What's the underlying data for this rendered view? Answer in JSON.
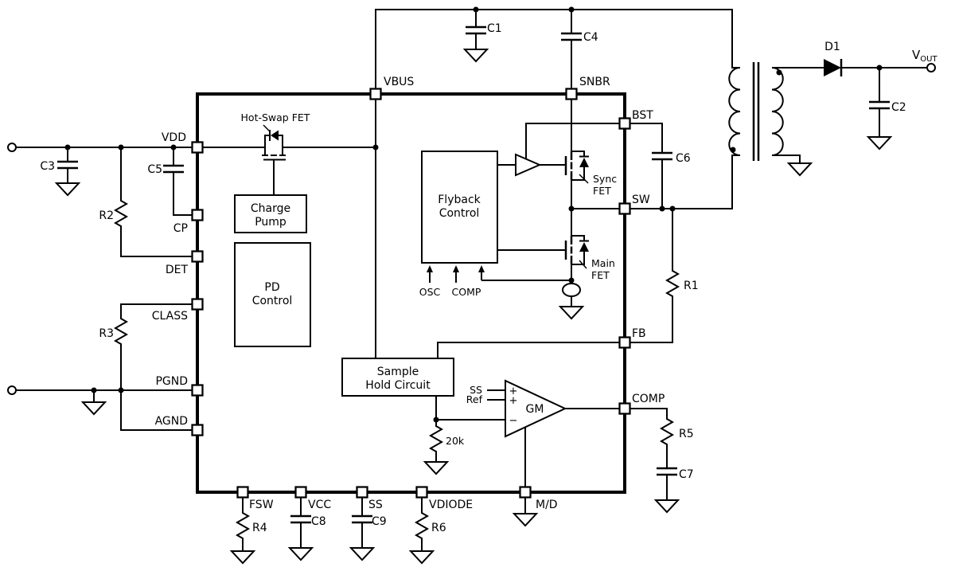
{
  "ic_pins": {
    "vdd": "VDD",
    "cp": "CP",
    "det": "DET",
    "class": "CLASS",
    "pgnd": "PGND",
    "agnd": "AGND",
    "vbus": "VBUS",
    "snbr": "SNBR",
    "bst": "BST",
    "sw": "SW",
    "fb": "FB",
    "comp": "COMP",
    "fsw": "FSW",
    "vcc": "VCC",
    "ss": "SS",
    "vdiode": "VDIODE",
    "md": "M/D"
  },
  "blocks": {
    "charge_pump": {
      "line1": "Charge",
      "line2": "Pump"
    },
    "pd_control": {
      "line1": "PD",
      "line2": "Control"
    },
    "flyback_control": {
      "line1": "Flyback",
      "line2": "Control"
    },
    "sample_hold": {
      "line1": "Sample",
      "line2": "Hold Circuit"
    },
    "gm": {
      "label": "GM",
      "in_ss": "SS",
      "in_ref": "Ref",
      "plus": "+",
      "minus": "−"
    },
    "osc": "OSC",
    "comp": "COMP"
  },
  "fets": {
    "hot_swap": "Hot-Swap FET",
    "sync_l1": "Sync",
    "sync_l2": "FET",
    "main_l1": "Main",
    "main_l2": "FET"
  },
  "components": {
    "c1": "C1",
    "c2": "C2",
    "c3": "C3",
    "c4": "C4",
    "c5": "C5",
    "c6": "C6",
    "c7": "C7",
    "c8": "C8",
    "c9": "C9",
    "r1": "R1",
    "r2": "R2",
    "r3": "R3",
    "r4": "R4",
    "r5": "R5",
    "r6": "R6",
    "r_sense": "20k",
    "d1": "D1"
  },
  "output": {
    "v": "V",
    "sub": "OUT"
  },
  "colors": {
    "line": "#000000",
    "bg": "#ffffff"
  }
}
